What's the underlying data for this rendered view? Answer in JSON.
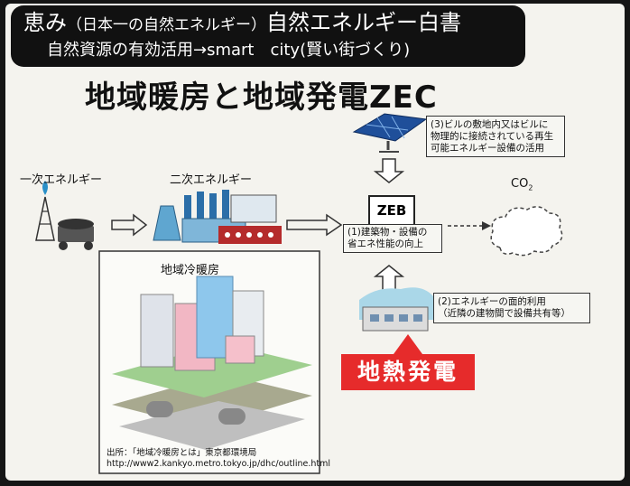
{
  "header": {
    "line1_main": "恵み",
    "line1_paren": "（日本一の自然エネルギー）",
    "line1_tail": "自然エネルギー白書",
    "line2": "自然資源の有効活用→smart　city(賢い街づくり)"
  },
  "title": "地域暖房と地域発電ZEC",
  "labels": {
    "primary_energy": "一次エネルギー",
    "secondary_energy": "二次エネルギー",
    "district_heating": "地域冷暖房",
    "co2": "CO",
    "co2_sub": "2",
    "zeb": "ZEB"
  },
  "notes": {
    "n3_line1": "(3)ビルの敷地内又はビルに",
    "n3_line2": "物理的に接続されている再生",
    "n3_line3": "可能エネルギー設備の活用",
    "n1_line1": "(1)建築物・設備の",
    "n1_line2": "省エネ性能の向上",
    "n2_line1": "(2)エネルギーの面的利用",
    "n2_line2": "（近隣の建物間で設備共有等）"
  },
  "source": {
    "line1": "出所：「地域冷暖房とは」東京都環境局",
    "line2": "http://www2.kankyo.metro.tokyo.jp/dhc/outline.html"
  },
  "highlight": "地熱発電",
  "colors": {
    "banner_bg": "#111111",
    "highlight_red": "#e62b2b",
    "slide_bg": "#f4f3ee"
  }
}
